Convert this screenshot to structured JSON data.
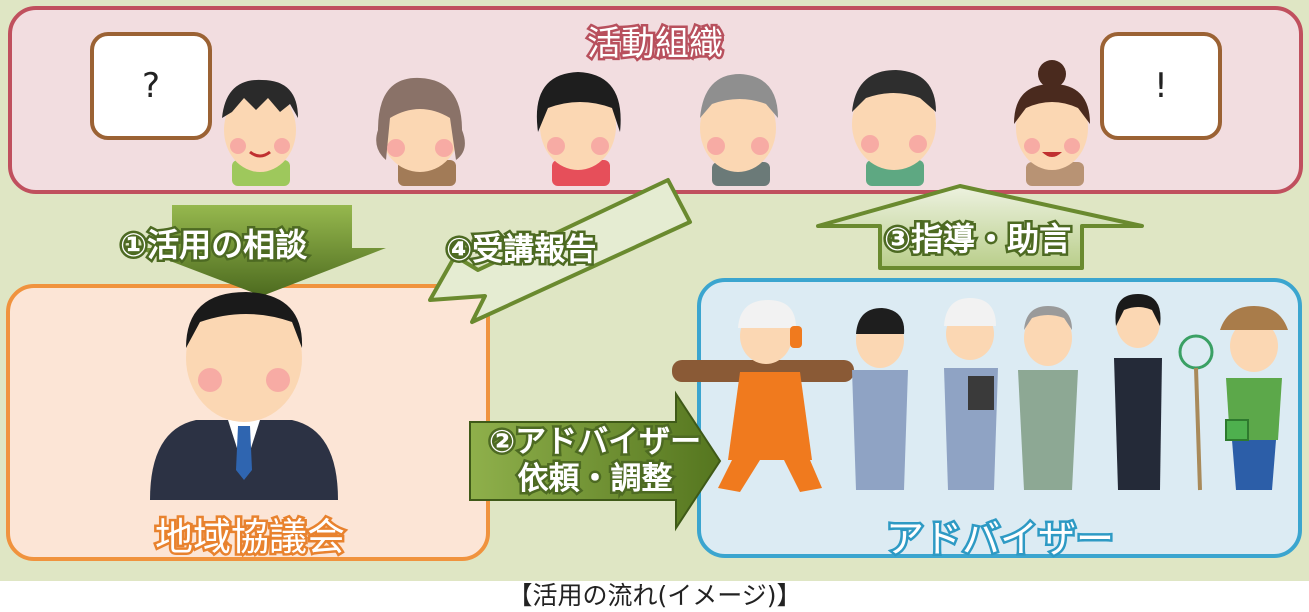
{
  "activity_org": {
    "title": "活動組織",
    "bubble_left": "?",
    "bubble_right": "!"
  },
  "council": {
    "title": "地域協議会"
  },
  "advisors": {
    "title": "アドバイザー"
  },
  "arrows": {
    "consult": "①活用の相談",
    "request_line1": "②アドバイザー",
    "request_line2": "依頼・調整",
    "guidance": "③指導・助言",
    "report": "④受講報告"
  },
  "caption": "【活用の流れ(イメージ)】",
  "colors": {
    "background": "#dfe6c4",
    "activity_border": "#c0505e",
    "activity_fill": "#f2dde0",
    "council_border": "#f0933e",
    "council_fill": "#fce5d6",
    "advisor_border": "#3ba5cf",
    "advisor_fill": "#dcebf3",
    "arrow_green": "#5e7d2a"
  }
}
